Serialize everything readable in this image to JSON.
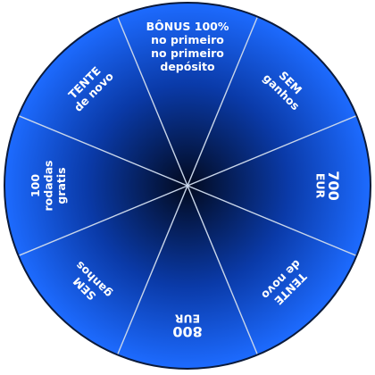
{
  "wheel": {
    "colors": {
      "center": "#020a1f",
      "mid": "#0a3aa8",
      "edge": "#1d6bff",
      "outline": "#0b1a3a",
      "divider": "#c9d6ea",
      "text": "#ffffff"
    },
    "segments": [
      {
        "lines": [
          "BÔNUS 100%",
          "no primeiro",
          "no primeiro",
          "depósito"
        ]
      },
      {
        "lines": [
          "SEM",
          "ganhos"
        ]
      },
      {
        "lines": [
          "700",
          "EUR"
        ]
      },
      {
        "lines": [
          "TENTE",
          "de novo"
        ]
      },
      {
        "lines": [
          "800",
          "EUR"
        ]
      },
      {
        "lines": [
          "SEM",
          "ganhos"
        ]
      },
      {
        "lines": [
          "100",
          "rodadas",
          "gratis"
        ]
      },
      {
        "lines": [
          "TENTE",
          "de novo"
        ]
      }
    ]
  }
}
